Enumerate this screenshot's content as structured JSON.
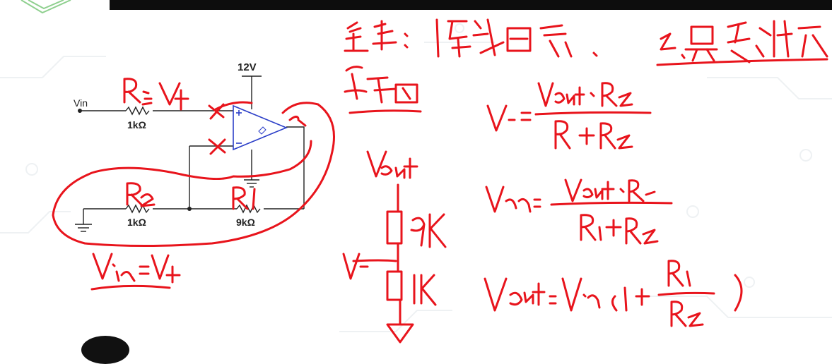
{
  "schematic": {
    "vin_label": "Vin",
    "supply_label": "12V",
    "resistors": [
      {
        "label": "1kΩ"
      },
      {
        "label": "1kΩ"
      },
      {
        "label": "9kΩ"
      }
    ]
  },
  "colors": {
    "ink_red": "#e8141c",
    "opamp_blue": "#2c3fc8",
    "wire": "#222222",
    "background_pattern": "#eef1f3"
  },
  "icons": [
    "ground-icon",
    "opamp-icon",
    "logo-icon",
    "avatar-icon"
  ]
}
